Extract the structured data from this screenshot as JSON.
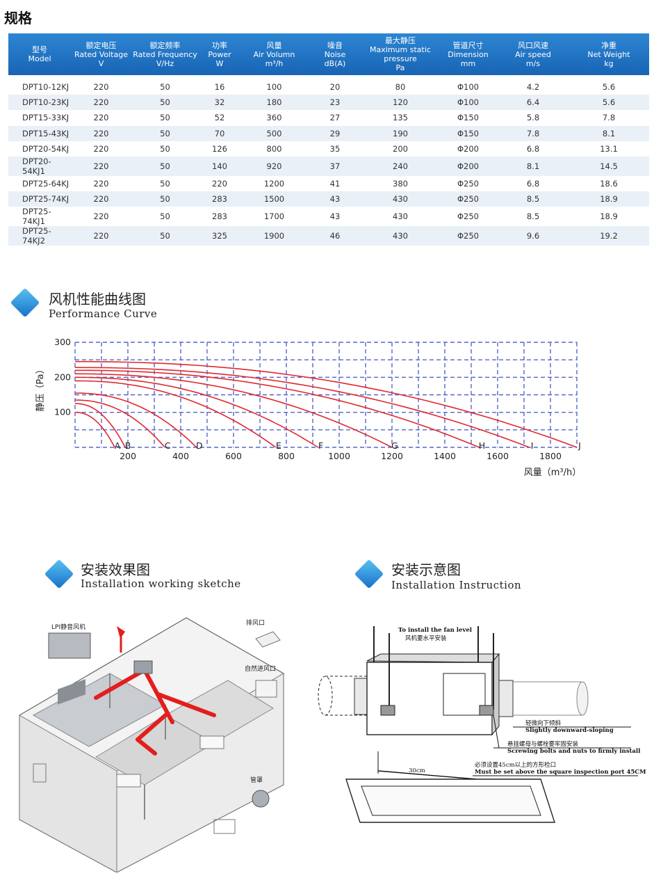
{
  "spec_section": {
    "title": "规格"
  },
  "table": {
    "headers": [
      {
        "cn": "型号",
        "en": "Model",
        "unit": ""
      },
      {
        "cn": "额定电压",
        "en": "Rated Voltage",
        "unit": "V"
      },
      {
        "cn": "额定频率",
        "en": "Rated Frequency",
        "unit": "V/Hz"
      },
      {
        "cn": "功率",
        "en": "Power",
        "unit": "W"
      },
      {
        "cn": "风量",
        "en": "Air Volumn",
        "unit": "m³/h"
      },
      {
        "cn": "噪音",
        "en": "Noise",
        "unit": "dB(A)"
      },
      {
        "cn": "最大静压",
        "en": "Maximum static pressure",
        "unit": "Pa"
      },
      {
        "cn": "管道尺寸",
        "en": "Dimension",
        "unit": "mm"
      },
      {
        "cn": "风口风速",
        "en": "Air speed",
        "unit": "m/s"
      },
      {
        "cn": "净重",
        "en": "Net Weight",
        "unit": "kg"
      }
    ],
    "rows": [
      [
        "DPT10-12KJ",
        "220",
        "50",
        "16",
        "100",
        "20",
        "80",
        "Φ100",
        "4.2",
        "5.6"
      ],
      [
        "DPT10-23KJ",
        "220",
        "50",
        "32",
        "180",
        "23",
        "120",
        "Φ100",
        "6.4",
        "5.6"
      ],
      [
        "DPT15-33KJ",
        "220",
        "50",
        "52",
        "360",
        "27",
        "135",
        "Φ150",
        "5.8",
        "7.8"
      ],
      [
        "DPT15-43KJ",
        "220",
        "50",
        "70",
        "500",
        "29",
        "190",
        "Φ150",
        "7.8",
        "8.1"
      ],
      [
        "DPT20-54KJ",
        "220",
        "50",
        "126",
        "800",
        "35",
        "200",
        "Φ200",
        "6.8",
        "13.1"
      ],
      [
        "DPT20-54KJ1",
        "220",
        "50",
        "140",
        "920",
        "37",
        "240",
        "Φ200",
        "8.1",
        "14.5"
      ],
      [
        "DPT25-64KJ",
        "220",
        "50",
        "220",
        "1200",
        "41",
        "380",
        "Φ250",
        "6.8",
        "18.6"
      ],
      [
        "DPT25-74KJ",
        "220",
        "50",
        "283",
        "1500",
        "43",
        "430",
        "Φ250",
        "8.5",
        "18.9"
      ],
      [
        "DPT25-74KJ1",
        "220",
        "50",
        "283",
        "1700",
        "43",
        "430",
        "Φ250",
        "8.5",
        "18.9"
      ],
      [
        "DPT25-74KJ2",
        "220",
        "50",
        "325",
        "1900",
        "46",
        "430",
        "Φ250",
        "9.6",
        "19.2"
      ]
    ]
  },
  "perf_section": {
    "title_cn": "风机性能曲线图",
    "title_en": "Performance Curve"
  },
  "chart_data": {
    "type": "line",
    "ylabel": "静压（Pa）",
    "xlabel": "风量（m³/h）",
    "xlim": [
      0,
      1900
    ],
    "ylim": [
      0,
      300
    ],
    "x_ticks": [
      200,
      400,
      600,
      800,
      1000,
      1200,
      1400,
      1600,
      1800
    ],
    "y_ticks": [
      100,
      200,
      300
    ],
    "grid": true,
    "series": [
      {
        "name": "A",
        "y0": 100,
        "xmax": 150
      },
      {
        "name": "B",
        "y0": 125,
        "xmax": 190
      },
      {
        "name": "C",
        "y0": 135,
        "xmax": 340
      },
      {
        "name": "D",
        "y0": 155,
        "xmax": 460
      },
      {
        "name": "E",
        "y0": 190,
        "xmax": 760
      },
      {
        "name": "F",
        "y0": 200,
        "xmax": 920
      },
      {
        "name": "G",
        "y0": 210,
        "xmax": 1200
      },
      {
        "name": "H",
        "y0": 220,
        "xmax": 1530
      },
      {
        "name": "I",
        "y0": 228,
        "xmax": 1720
      },
      {
        "name": "J",
        "y0": 245,
        "xmax": 1900
      }
    ]
  },
  "sketch_section": {
    "title_cn": "安装效果图",
    "title_en": "Installation working sketche"
  },
  "sketch_labels": {
    "fan": "LPI静音风机",
    "exhaust": "排风口",
    "inlet": "自然进风口",
    "hood": "管罩"
  },
  "instruction_section": {
    "title_cn": "安装示意图",
    "title_en": "Installation Instruction"
  },
  "instruction_labels": {
    "level_en": "To install the fan level",
    "level_cn": "风机要水平安装",
    "slope_cn": "轻微向下倾斜",
    "slope_en": "Slightly downward-sloping",
    "bolt_cn": "悬挂螺母与螺栓要牢固安装",
    "bolt_en": "Screwing bolts and nuts to firmly install",
    "port_cn": "必须设置45cm以上的方形检口",
    "port_en": "Must be set above the square inspection port 45CM",
    "distance": "30cm"
  },
  "colors": {
    "header_blue": "#1864b5",
    "curve_red": "#e0282e",
    "grid_blue": "#5566c8",
    "duct_red": "#e41d1d"
  }
}
